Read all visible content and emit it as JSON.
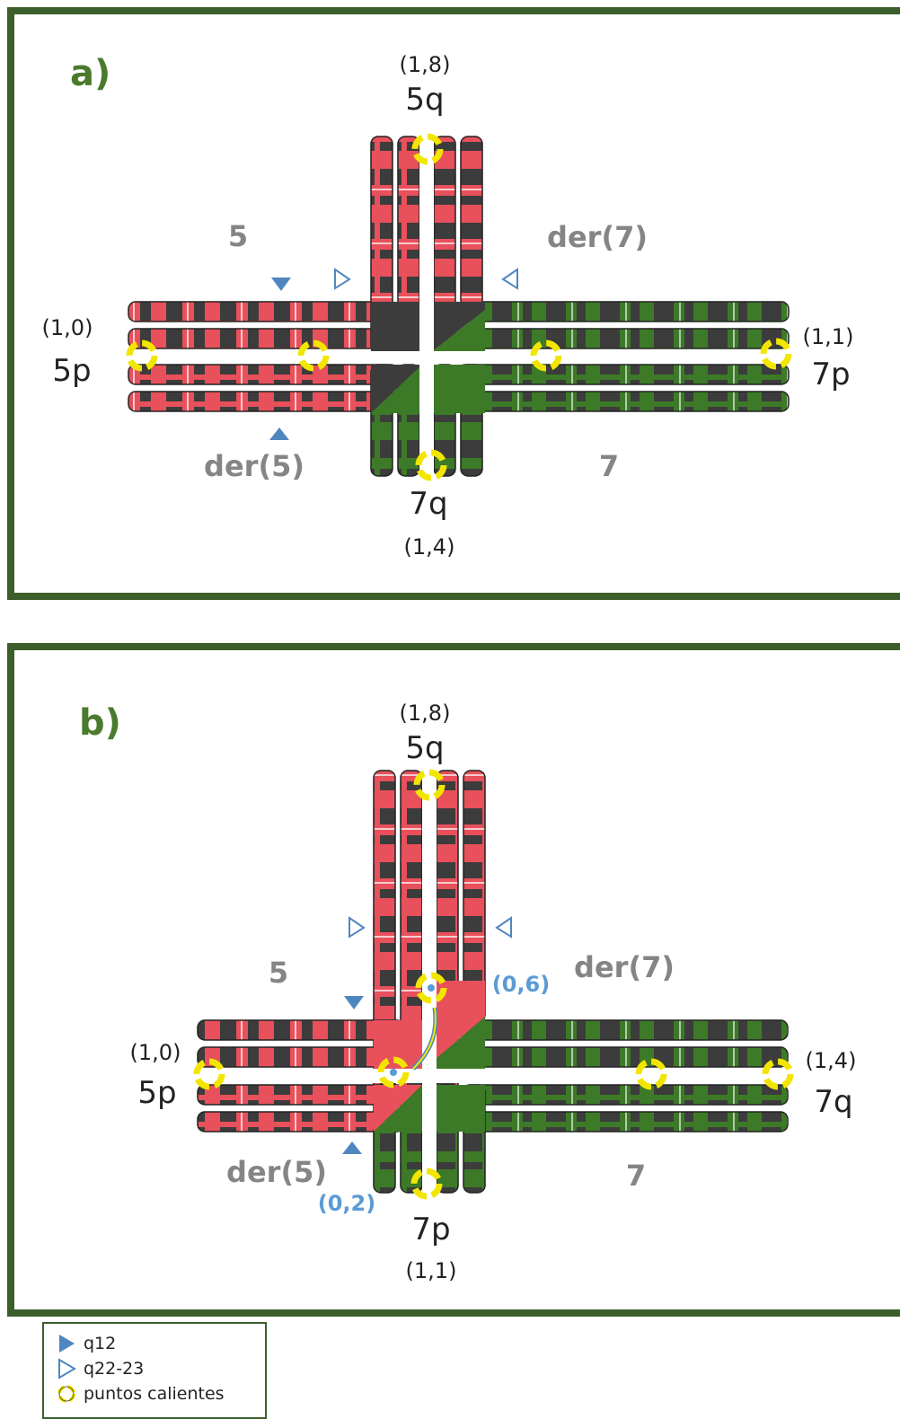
{
  "colors": {
    "frame": "#3b5e2b",
    "label_green": "#4a7a2c",
    "chrom5": "#e8505b",
    "chrom7": "#3d7a28",
    "dark_band": "#3c3c3c",
    "hotspot": "#f2e600",
    "arrow": "#4f86c0",
    "chrom_label_gray": "#858585",
    "coord_blue": "#5b9bd5"
  },
  "panel_a": {
    "label": "a)",
    "top_coord": "(1,8)",
    "top_arm": "5q",
    "left_coord": "(1,0)",
    "left_arm": "5p",
    "right_coord": "(1,1)",
    "right_arm": "7p",
    "bottom_arm": "7q",
    "bottom_coord": "(1,4)",
    "chr_5": "5",
    "chr_der7": "der(7)",
    "chr_der5": "der(5)",
    "chr_7": "7"
  },
  "panel_b": {
    "label": "b)",
    "top_coord": "(1,8)",
    "top_arm": "5q",
    "left_coord": "(1,0)",
    "left_arm": "5p",
    "right_coord": "(1,4)",
    "right_arm": "7q",
    "bottom_arm": "7p",
    "bottom_coord": "(1,1)",
    "chr_5": "5",
    "chr_der7": "der(7)",
    "chr_der5": "der(5)",
    "chr_7": "7",
    "blue_coord_upper": "(0,6)",
    "blue_coord_lower": "(0,2)"
  },
  "legend": {
    "items": [
      {
        "icon": "filled-triangle-icon",
        "label": "q12"
      },
      {
        "icon": "outline-triangle-icon",
        "label": "q22-23"
      },
      {
        "icon": "hotspot-icon",
        "label": "puntos calientes"
      }
    ]
  }
}
